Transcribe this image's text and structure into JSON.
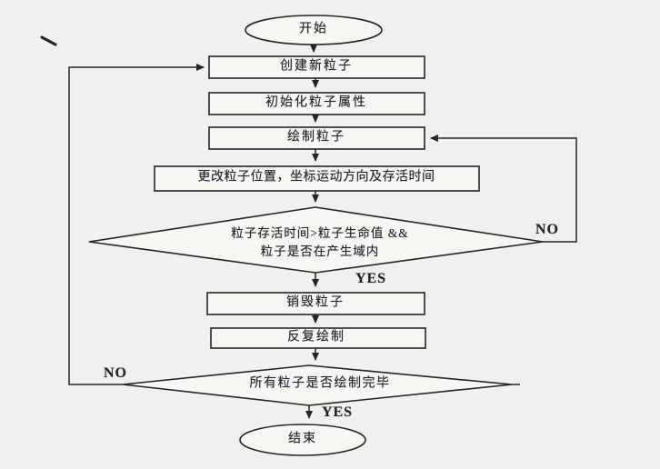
{
  "canvas": {
    "paper_color": "#f1f0ee",
    "ink_color": "#23232b"
  },
  "flowchart": {
    "nodes": {
      "start": {
        "shape": "terminator",
        "label": "开始"
      },
      "create": {
        "shape": "process",
        "label": "创建新粒子"
      },
      "init": {
        "shape": "process",
        "label": "初始化粒子属性"
      },
      "draw": {
        "shape": "process",
        "label": "绘制粒子"
      },
      "update": {
        "shape": "process",
        "label": "更改粒子位置，坐标运动方向及存活时间"
      },
      "lifeCheck": {
        "shape": "decision",
        "line1": "粒子存活时间>粒子生命值 &&",
        "line2": "粒子是否在产生域内"
      },
      "destroy": {
        "shape": "process",
        "label": "销毁粒子"
      },
      "redraw": {
        "shape": "process",
        "label": "反复绘制"
      },
      "allDrawnCheck": {
        "shape": "decision",
        "label": "所有粒子是否绘制完毕"
      },
      "end": {
        "shape": "terminator",
        "label": "结束"
      }
    },
    "edge_labels": {
      "life_no": "NO",
      "life_yes": "YES",
      "all_no": "NO",
      "all_yes": "YES"
    }
  }
}
